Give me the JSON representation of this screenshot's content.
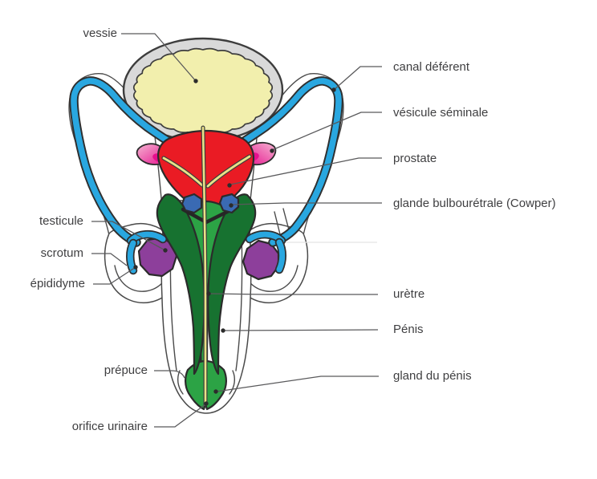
{
  "figure": {
    "description": "Schéma de l'appareil génital masculin",
    "labels": {
      "vessie": "vessie",
      "canal_deferent": "canal déférent",
      "vesicule_seminale": "vésicule séminale",
      "prostate": "prostate",
      "glande_bulbouretrale": "glande bulbourétrale (Cowper)",
      "testicule": "testicule",
      "scrotum": "scrotum",
      "epididyme": "épididyme",
      "uretre": "urètre",
      "penis": "Pénis",
      "prepuce": "prépuce",
      "gland_du_penis": "gland du pénis",
      "orifice_urinaire": "orifice urinaire"
    },
    "colors": {
      "bladder_wall": "#d9d9d9",
      "bladder_interior": "#f2efad",
      "vas_deferens_blue": "#29a7e0",
      "seminal_vesicle_pink": "#f5b5d2",
      "seminal_vesicle_magenta": "#e60f8d",
      "prostate_red": "#ea1b24",
      "cowper_gland_blue": "#3a6ab3",
      "corpus_cavernosum_dark_green": "#177230",
      "corpus_spongiosum_light_green": "#2ca345",
      "testicle_purple": "#8d3f9b",
      "urethra_yellow": "#e9e187",
      "outline_dark": "#2f2f2f",
      "leader_line_gray": "#59595b",
      "label_text": "#3f3f41",
      "background": "#ffffff"
    }
  }
}
